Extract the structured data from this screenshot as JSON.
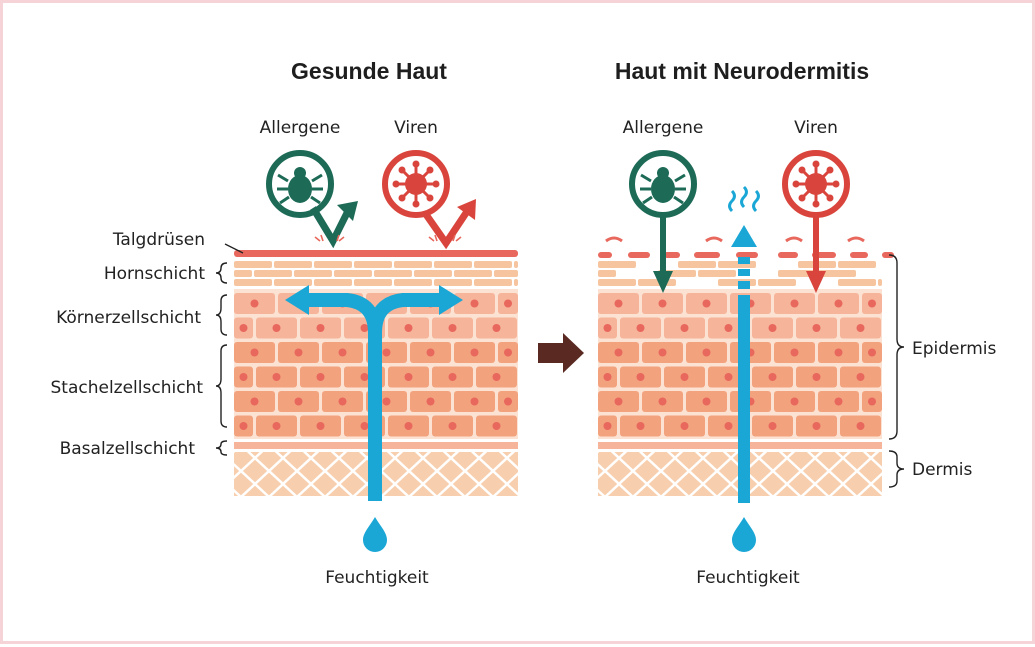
{
  "titles": {
    "healthy": "Gesunde Haut",
    "eczema": "Haut mit Neurodermitis"
  },
  "threats": {
    "allergens": "Allergene",
    "viruses": "Viren"
  },
  "layers": {
    "sebaceous": "Talgdrüsen",
    "horn": "Hornschicht",
    "granular": "Körnerzellschicht",
    "spinous": "Stachelzellschicht",
    "basal": "Basalzellschicht"
  },
  "regions": {
    "epidermis": "Epidermis",
    "dermis": "Dermis"
  },
  "moisture": "Feuchtigkeit",
  "colors": {
    "border": "#f6d3d6",
    "allergen": "#1d6b57",
    "virus": "#d9453c",
    "water": "#1aa7d6",
    "skin_sebum": "#e8685d",
    "skin_horn": "#f6c49e",
    "skin_cell": "#f3a27e",
    "skin_dermis": "#f8cfae",
    "transition_arrow": "#5a2a22"
  }
}
